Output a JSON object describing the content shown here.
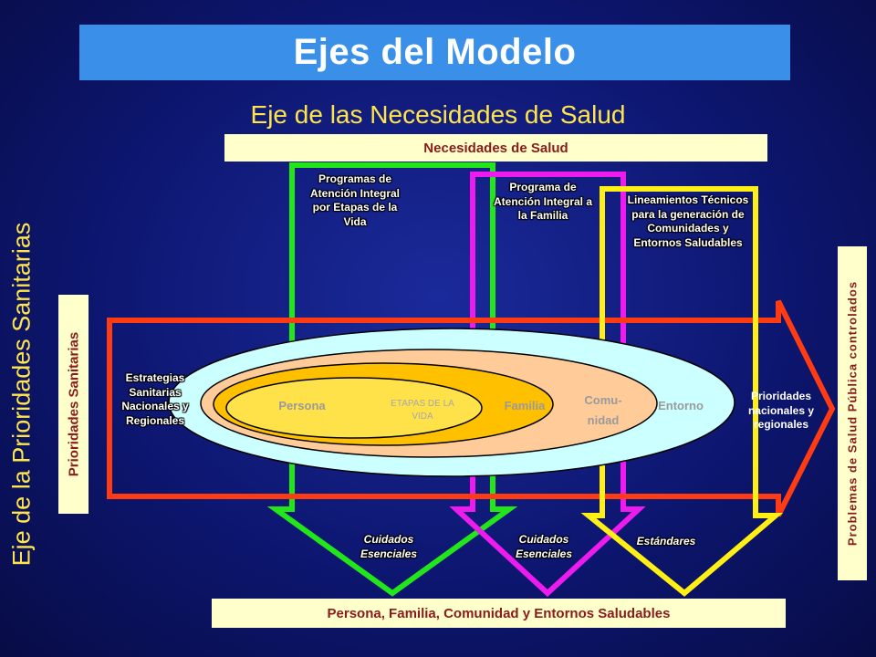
{
  "title": "Ejes del Modelo",
  "axis_top": "Eje de las Necesidades de Salud",
  "axis_left": "Eje de la Prioridades Sanitarias",
  "box_top": "Necesidades de Salud",
  "box_bottom": "Persona, Familia, Comunidad y Entornos Saludables",
  "box_left": "Prioridades Sanitarias",
  "box_right": "Problemas de Salud Pública controlados",
  "program_green": "Programas de Atención Integral por Etapas de la Vida",
  "program_magenta": "Programa de Atención Integral a la Familia",
  "program_yellow": "Lineamientos Técnicos para la generación de Comunidades y Entornos Saludables",
  "strategies_left": "Estrategias Sanitarias Nacionales y Regionales",
  "priorities_right": "Prioridades nacionales y regionales",
  "rings": {
    "persona": "Persona",
    "etapas": "ETAPAS DE LA VIDA",
    "familia": "Familia",
    "comunidad": "Comu- nidad",
    "entorno": "Entorno"
  },
  "outputs": {
    "green": "Cuidados Esenciales",
    "magenta": "Cuidados Esenciales",
    "yellow": "Estándares"
  },
  "colors": {
    "green": "#22e61a",
    "magenta": "#ee1bee",
    "yellow": "#ffef14",
    "red": "#ff3b14",
    "box": "#ffffcc",
    "box_text": "#8b1a1a",
    "axis_text": "#ffe54a",
    "title_bar": "#3a90e8"
  }
}
